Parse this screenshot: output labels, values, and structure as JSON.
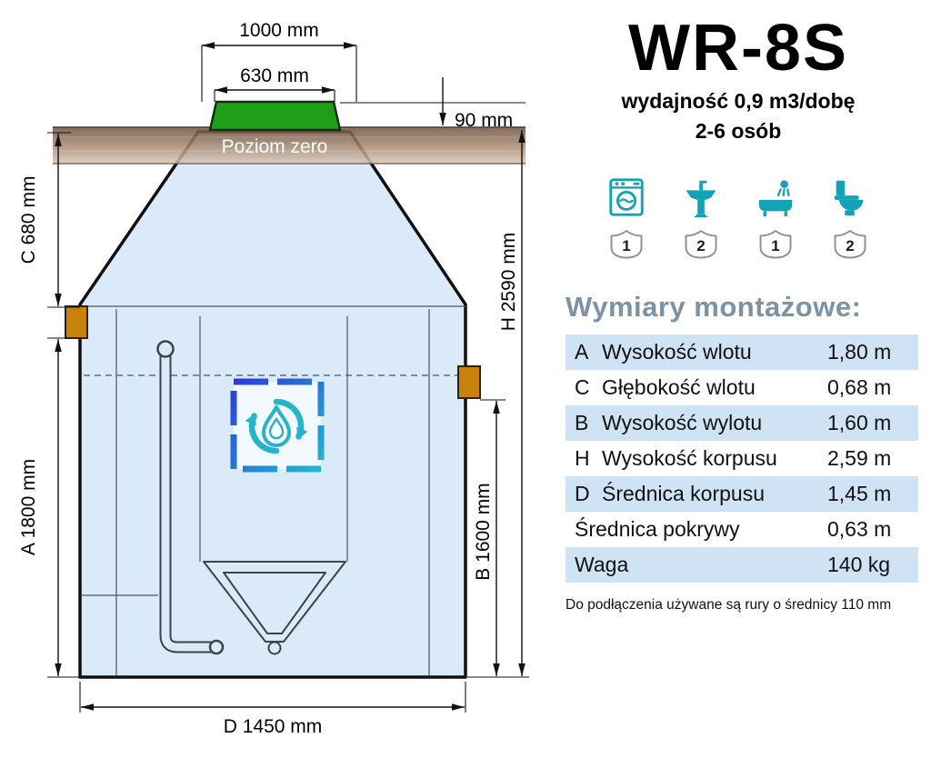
{
  "product": {
    "title": "WR-8S",
    "capacity": "wydajność 0,9 m3/dobę",
    "persons": "2-6 osób"
  },
  "fixtures": [
    {
      "icon": "washing-machine-icon",
      "count": "1"
    },
    {
      "icon": "sink-icon",
      "count": "2"
    },
    {
      "icon": "bathtub-icon",
      "count": "1"
    },
    {
      "icon": "toilet-icon",
      "count": "2"
    }
  ],
  "headings": {
    "dimensions": "Wymiary montażowe:"
  },
  "table": {
    "rows": [
      {
        "key": "A",
        "label": "Wysokość wlotu",
        "value": "1,80 m"
      },
      {
        "key": "C",
        "label": "Głębokość wlotu",
        "value": "0,68 m"
      },
      {
        "key": "B",
        "label": "Wysokość wylotu",
        "value": "1,60 m"
      },
      {
        "key": "H",
        "label": "Wysokość korpusu",
        "value": "2,59 m"
      },
      {
        "key": "D",
        "label": "Średnica korpusu",
        "value": "1,45 m"
      },
      {
        "label": "Średnica pokrywy",
        "value": "0,63 m"
      },
      {
        "label": "Waga",
        "value": "140 kg"
      }
    ]
  },
  "footnote": "Do podłączenia używane są rury o średnicy 110 mm",
  "diagram": {
    "ground_label": "Poziom zero",
    "dim_top_width": "1000 mm",
    "dim_lid_width": "630 mm",
    "dim_lid_height": "90 mm",
    "dim_inlet_depth": "C 680 mm",
    "dim_inlet_height": "A 1800 mm",
    "dim_body_height": "H 2590 mm",
    "dim_outlet_height": "B 1600 mm",
    "dim_body_diameter": "D 1450 mm"
  },
  "colors": {
    "teal": "#14a3b4",
    "table-blue": "#cfe3f5",
    "heading-gray": "#7e92a6",
    "lid-green": "#1f9e1a",
    "pipe-orange": "#c8820a",
    "tank-fill": "#daeaf8"
  }
}
